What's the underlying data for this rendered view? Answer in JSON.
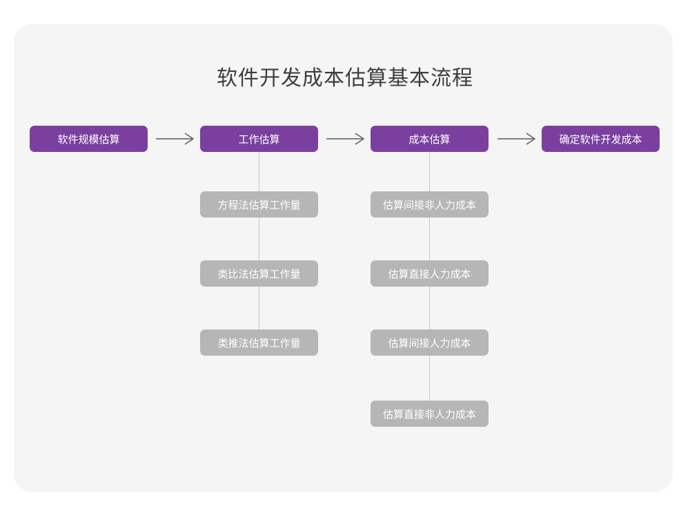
{
  "page": {
    "title": "软件开发成本估算基本流程",
    "colors": {
      "canvas": "#ffffff",
      "card": "#f5f5f5",
      "primary_node": "#7b3fa0",
      "secondary_node": "#b6b6b6",
      "connector": "#c9c9c9",
      "title_text": "#3d3d3d",
      "node_text": "#ffffff"
    }
  },
  "flow": {
    "type": "flowchart",
    "main_steps": [
      {
        "id": "step-1",
        "label": "软件规模估算"
      },
      {
        "id": "step-2",
        "label": "工作估算"
      },
      {
        "id": "step-3",
        "label": "成本估算"
      },
      {
        "id": "step-4",
        "label": "确定软件开发成本"
      }
    ],
    "arrows": [
      {
        "id": "arrow-1",
        "glyph": "long-right-arrow",
        "from": "step-1",
        "to": "step-2"
      },
      {
        "id": "arrow-2",
        "glyph": "long-right-arrow",
        "from": "step-2",
        "to": "step-3"
      },
      {
        "id": "arrow-3",
        "glyph": "long-right-arrow",
        "from": "step-3",
        "to": "step-4"
      }
    ],
    "branches": [
      {
        "id": "branch-work-estimation",
        "parent": "step-2",
        "parent_label": "工作估算",
        "items": [
          {
            "id": "work-1",
            "label": "方程法估算工作量"
          },
          {
            "id": "work-2",
            "label": "类比法估算工作量"
          },
          {
            "id": "work-3",
            "label": "类推法估算工作量"
          }
        ]
      },
      {
        "id": "branch-cost-estimation",
        "parent": "step-3",
        "parent_label": "成本估算",
        "items": [
          {
            "id": "cost-1",
            "label": "估算间接非人力成本"
          },
          {
            "id": "cost-2",
            "label": "估算直接人力成本"
          },
          {
            "id": "cost-3",
            "label": "估算间接人力成本"
          },
          {
            "id": "cost-4",
            "label": "估算直接非人力成本"
          }
        ]
      }
    ]
  }
}
